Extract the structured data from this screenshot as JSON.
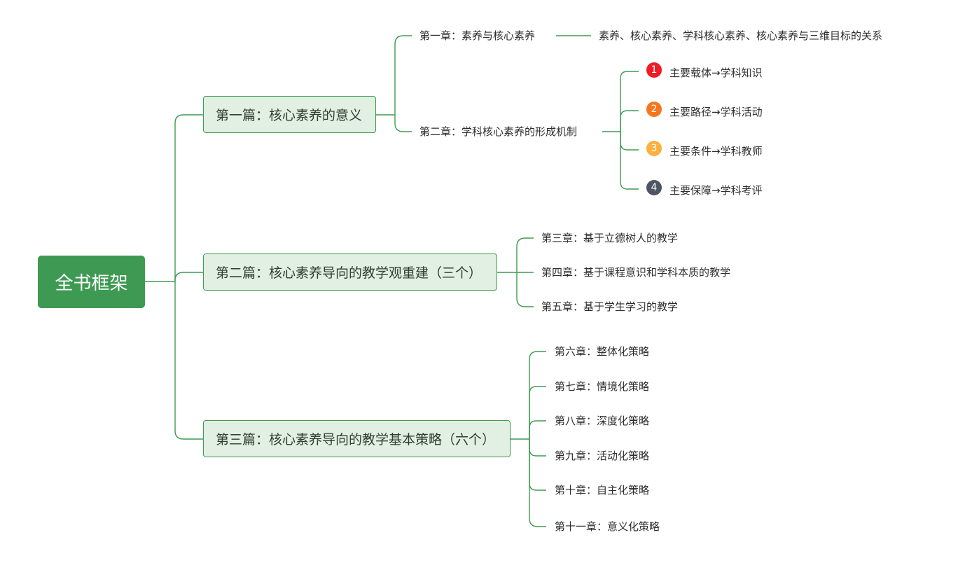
{
  "root": {
    "label": "全书框架"
  },
  "parts": [
    {
      "label": "第一篇：核心素养的意义"
    },
    {
      "label": "第二篇：核心素养导向的教学观重建（三个）"
    },
    {
      "label": "第三篇：核心素养导向的教学基本策略（六个）"
    }
  ],
  "part1": {
    "chapters": [
      {
        "label": "第一章：素养与核心素养",
        "detail": "素养、核心素养、学科核心素养、核心素养与三维目标的关系"
      },
      {
        "label": "第二章：学科核心素养的形成机制"
      }
    ],
    "mechanisms": [
      {
        "marker": "1",
        "color": "#ee1c25",
        "label": "主要载体→学科知识"
      },
      {
        "marker": "2",
        "color": "#f6761f",
        "label": "主要路径→学科活动"
      },
      {
        "marker": "3",
        "color": "#fbb040",
        "label": "主要条件→学科教师"
      },
      {
        "marker": "4",
        "color": "#4b5563",
        "label": "主要保障→学科考评"
      }
    ]
  },
  "part2": {
    "chapters": [
      {
        "label": "第三章：基于立德树人的教学"
      },
      {
        "label": "第四章：基于课程意识和学科本质的教学"
      },
      {
        "label": "第五章：基于学生学习的教学"
      }
    ]
  },
  "part3": {
    "chapters": [
      {
        "label": "第六章：整体化策略"
      },
      {
        "label": "第七章：情境化策略"
      },
      {
        "label": "第八章：深度化策略"
      },
      {
        "label": "第九章：活动化策略"
      },
      {
        "label": "第十章：自主化策略"
      },
      {
        "label": "第十一章：意义化策略"
      }
    ]
  },
  "colors": {
    "line": "#3e9a52",
    "root_fill": "#3e9a52",
    "part_fill": "#e2f0e3"
  }
}
